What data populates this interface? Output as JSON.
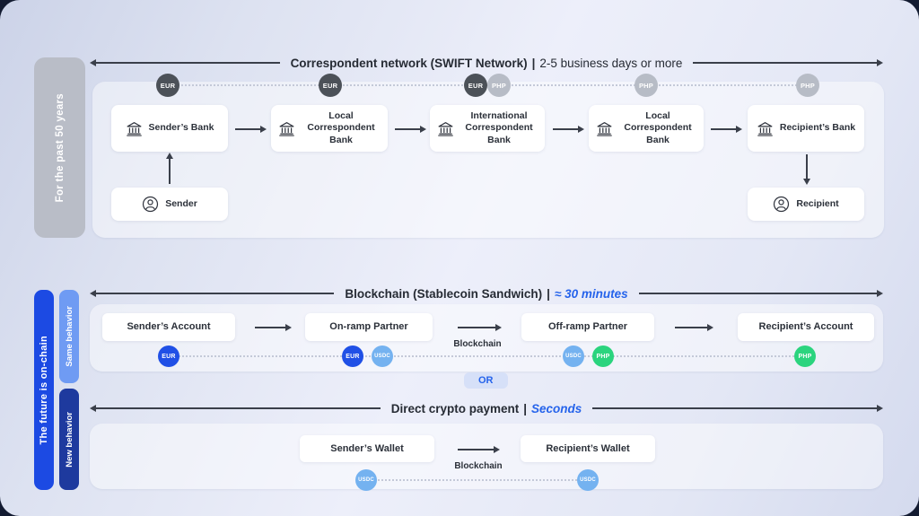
{
  "separator": "|",
  "colors": {
    "accent_blue": "#2563eb",
    "badge_eur_dark": "#4c5158",
    "badge_php_gray": "#b7bcc6",
    "badge_eur_blue": "#2050e6",
    "badge_usdc_blue": "#74b2f0",
    "badge_php_green": "#2bd47e",
    "era_bar_gray": "#b9bdc7",
    "future_bar_blue": "#1c4ae3",
    "same_behavior_blue": "#6f9bf3",
    "new_behavior_navy": "#1e3a9e"
  },
  "swift": {
    "era_label": "For the past 50 years",
    "title": "Correspondent network (SWIFT Network)",
    "subtitle": "2-5 business days or more",
    "badges": [
      "EUR",
      "EUR",
      "EUR",
      "PHP",
      "PHP",
      "PHP"
    ],
    "nodes": [
      "Sender’s Bank",
      "Local Correspondent Bank",
      "International Correspondent Bank",
      "Local Correspondent Bank",
      "Recipient’s Bank"
    ],
    "sender": "Sender",
    "recipient": "Recipient"
  },
  "stablecoin": {
    "future_label": "The future is on-chain",
    "same_label": "Same behavior",
    "new_label": "New behavior",
    "title": "Blockchain (Stablecoin Sandwich)",
    "subtitle": "≈ 30 minutes",
    "nodes": [
      "Sender’s Account",
      "On-ramp Partner",
      "Off-ramp Partner",
      "Recipient’s Account"
    ],
    "blockchain_label": "Blockchain",
    "badges": [
      "EUR",
      "EUR",
      "USDC",
      "USDC",
      "PHP",
      "PHP"
    ],
    "or_label": "OR"
  },
  "direct": {
    "title": "Direct crypto payment",
    "subtitle": "Seconds",
    "nodes": [
      "Sender’s Wallet",
      "Recipient’s Wallet"
    ],
    "blockchain_label": "Blockchain",
    "badges": [
      "USDC",
      "USDC"
    ]
  }
}
